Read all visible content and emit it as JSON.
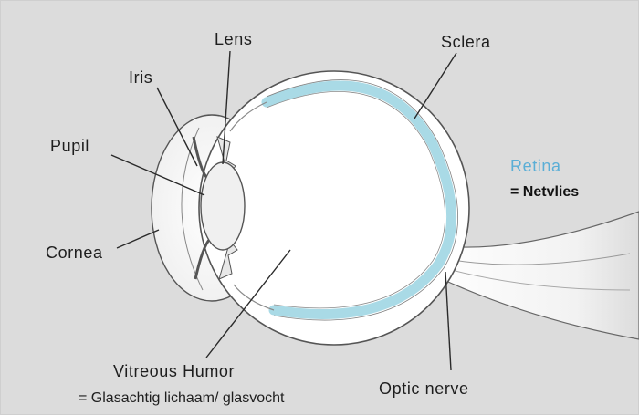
{
  "labels": {
    "lens": "Lens",
    "iris": "Iris",
    "pupil": "Pupil",
    "cornea": "Cornea",
    "sclera": "Sclera",
    "retina": "Retina",
    "retina_translation": "= Netvlies",
    "vitreous": "Vitreous Humor",
    "vitreous_translation": "= Glasachtig lichaam/ glasvocht",
    "optic_nerve": "Optic nerve"
  },
  "colors": {
    "background": "#dcdcdc",
    "retina_band": "#a9dae6",
    "retina_label": "#5aaed6"
  }
}
